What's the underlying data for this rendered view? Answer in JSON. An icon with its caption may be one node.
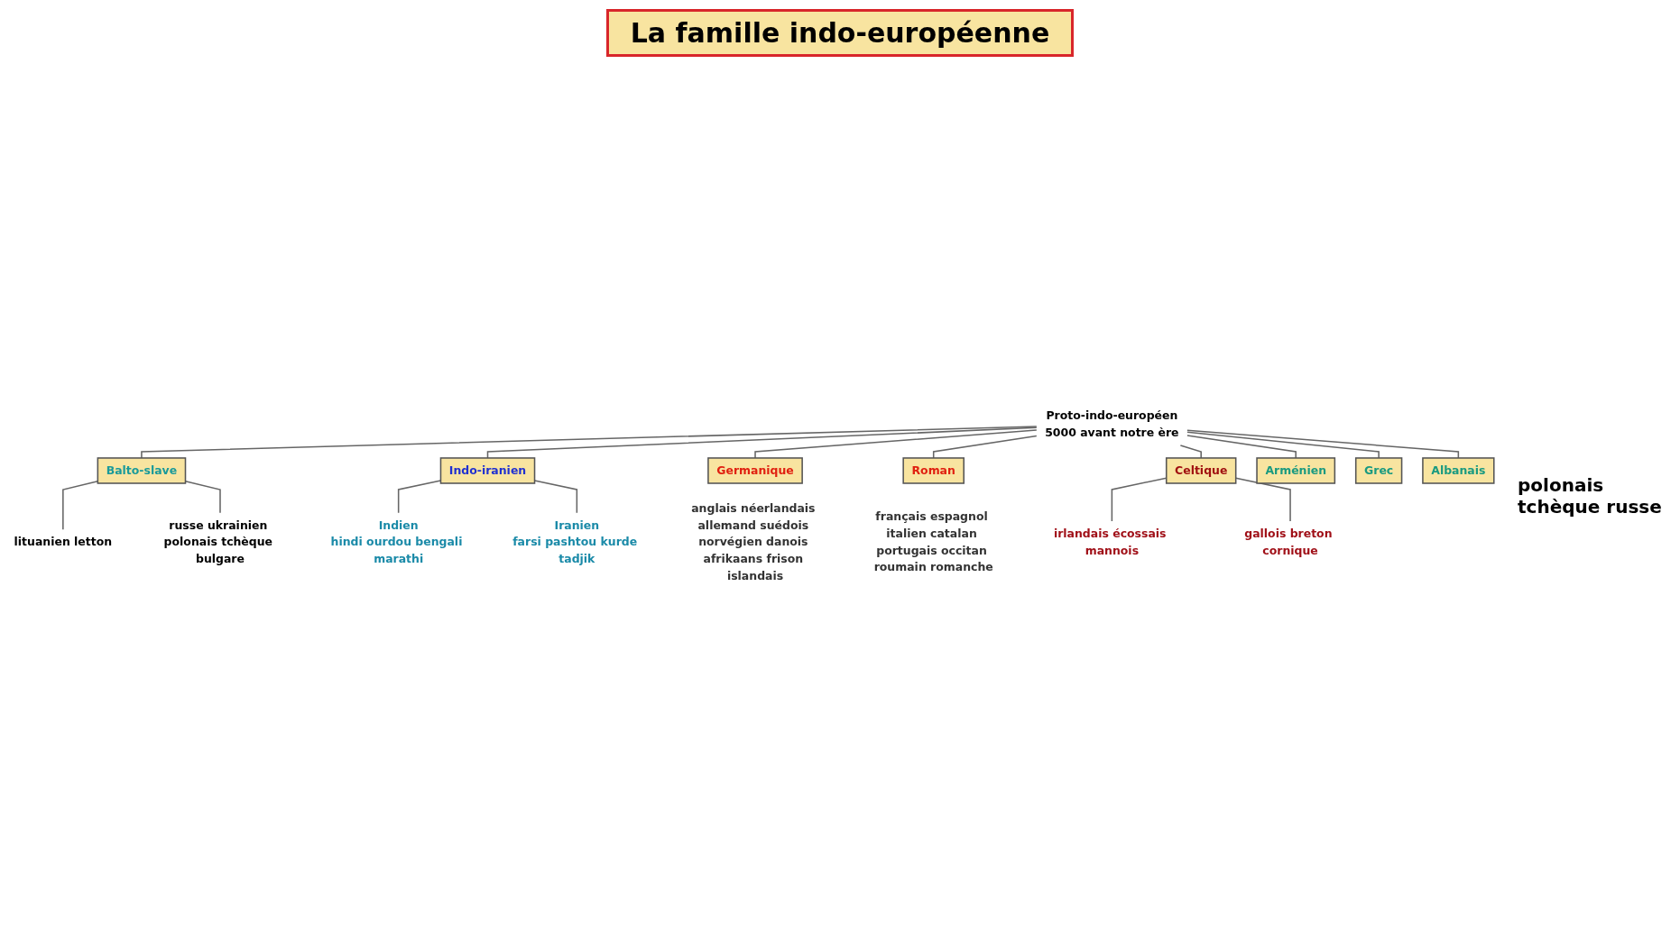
{
  "diagram": {
    "title": "La famille indo-européenne",
    "nodes": [
      {
        "text": [
          "Proto-indo-européen",
          "5000 avant notre ère"
        ]
      },
      {
        "text": [
          "Balto-slave"
        ]
      },
      {
        "text": [
          "lituanien letton"
        ]
      },
      {
        "text": [
          "russe ukrainien polonais tchèque bulgare"
        ]
      },
      {
        "text": [
          "Indo-iranien"
        ]
      },
      {
        "text": [
          "Indien",
          "hindi ourdou bengali marathi"
        ]
      },
      {
        "text": [
          "Iranien",
          "farsi pashtou kurde tadjik"
        ]
      },
      {
        "text": [
          "Germanique"
        ],
        "beside": [
          "anglais néerlandais allemand suédois norvégien danois afrikaans frison islandais"
        ]
      },
      {
        "text": [
          "Roman"
        ],
        "beside": [
          "français espagnol italien catalan portugais occitan roumain romanche"
        ]
      },
      {
        "text": [
          "Celtique"
        ]
      },
      {
        "text": [
          "irlandais écossais mannois"
        ]
      },
      {
        "text": [
          "gallois breton cornique"
        ]
      },
      {
        "text": [
          "Arménien"
        ]
      },
      {
        "text": [
          "Grec"
        ]
      },
      {
        "text": [
          "Albanais"
        ]
      }
    ],
    "edges": [
      {
        "from": 0,
        "to": 1,
        "arrow": "none"
      },
      {
        "from": 1,
        "to": 2,
        "arrow": "none"
      },
      {
        "from": 1,
        "to": 3,
        "arrow": "none"
      },
      {
        "from": 0,
        "to": 4,
        "arrow": "none"
      },
      {
        "from": 4,
        "to": 5,
        "arrow": "none"
      },
      {
        "from": 4,
        "to": 6,
        "arrow": "none"
      },
      {
        "from": 0,
        "to": 7,
        "arrow": "none"
      },
      {
        "from": 0,
        "to": 8,
        "arrow": "none"
      },
      {
        "from": 0,
        "to": 9,
        "arrow": "none"
      },
      {
        "from": 9,
        "to": 10,
        "arrow": "none"
      },
      {
        "from": 9,
        "to": 11,
        "arrow": "none"
      },
      {
        "from": 0,
        "to": 14,
        "arrow": "none"
      },
      {
        "from": 0,
        "to": 13,
        "arrow": "none"
      },
      {
        "from": 0,
        "to": 12,
        "arrow": "none"
      }
    ],
    "labels": [
      "polonais tchèque russe"
    ]
  }
}
